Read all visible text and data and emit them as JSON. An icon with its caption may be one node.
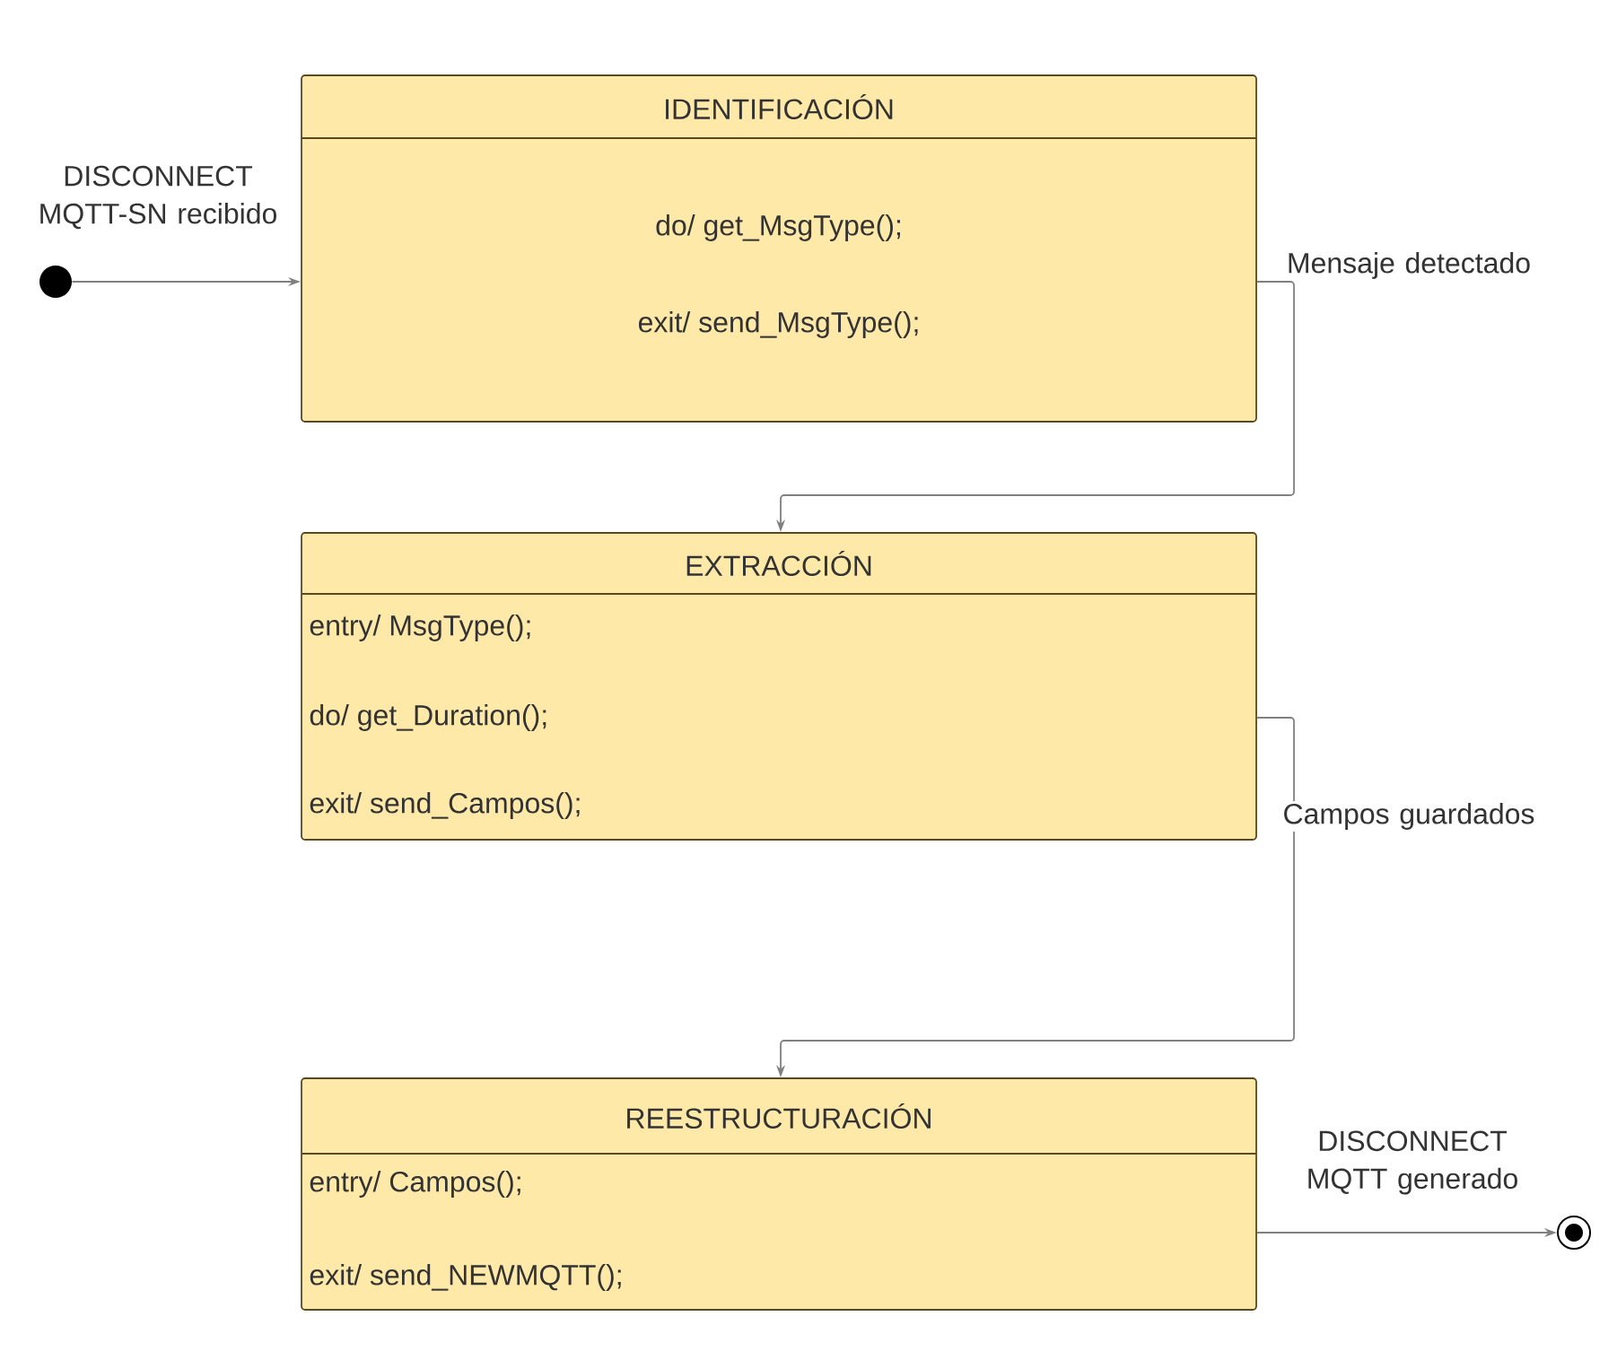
{
  "diagram": {
    "nodes": [
      {
        "text": [],
        "shape": "circle"
      },
      {
        "text": [
          "IDENTIFICACIÓN",
          "do/ get_MsgType();",
          "exit/ send_MsgType();"
        ]
      },
      {
        "text": [
          "EXTRACCIÓN",
          "entry/ MsgType();",
          "do/ get_Duration();",
          "exit/ send_Campos();"
        ]
      },
      {
        "text": [
          "REESTRUCTURACIÓN",
          "entry/ Campos();",
          "exit/ send_NEWMQTT();"
        ]
      },
      {
        "text": [],
        "shape": "bullseye"
      }
    ],
    "edges": [
      {
        "from": 0,
        "to": 1,
        "arrow": "to",
        "label": "DISCONNECT MQTT-SN recibido"
      },
      {
        "from": 1,
        "to": 2,
        "arrow": "to",
        "label": "Mensaje detectado"
      },
      {
        "from": 2,
        "to": 3,
        "arrow": "to",
        "label": "Campos guardados"
      },
      {
        "from": 3,
        "to": 4,
        "arrow": "to",
        "label": "DISCONNECT MQTT generado"
      }
    ]
  }
}
